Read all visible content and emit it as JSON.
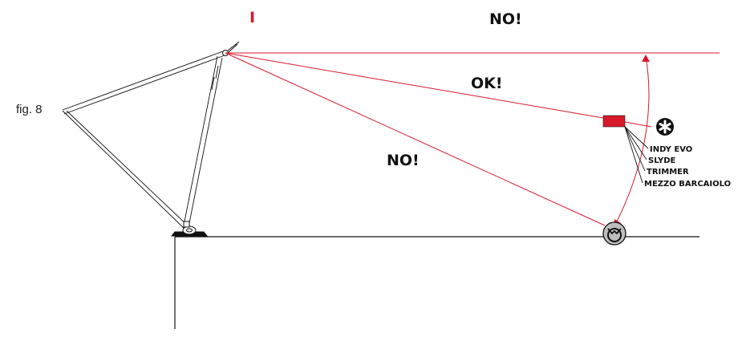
{
  "figure_label": "fig. 8",
  "anchor_marker": "I",
  "labels": {
    "no_top": "NO!",
    "ok": "OK!",
    "no_lower": "NO!"
  },
  "device_icon": "asterisk-icon",
  "belay_icon": "belay-ring-icon",
  "devices": [
    "INDY EVO",
    "SLYDE",
    "TRIMMER",
    "MEZZO BARCAIOLO"
  ],
  "colors": {
    "accent": "#d7192b",
    "line": "#111111",
    "device": "#d7192b",
    "belay_fill": "#bdbdbd"
  }
}
